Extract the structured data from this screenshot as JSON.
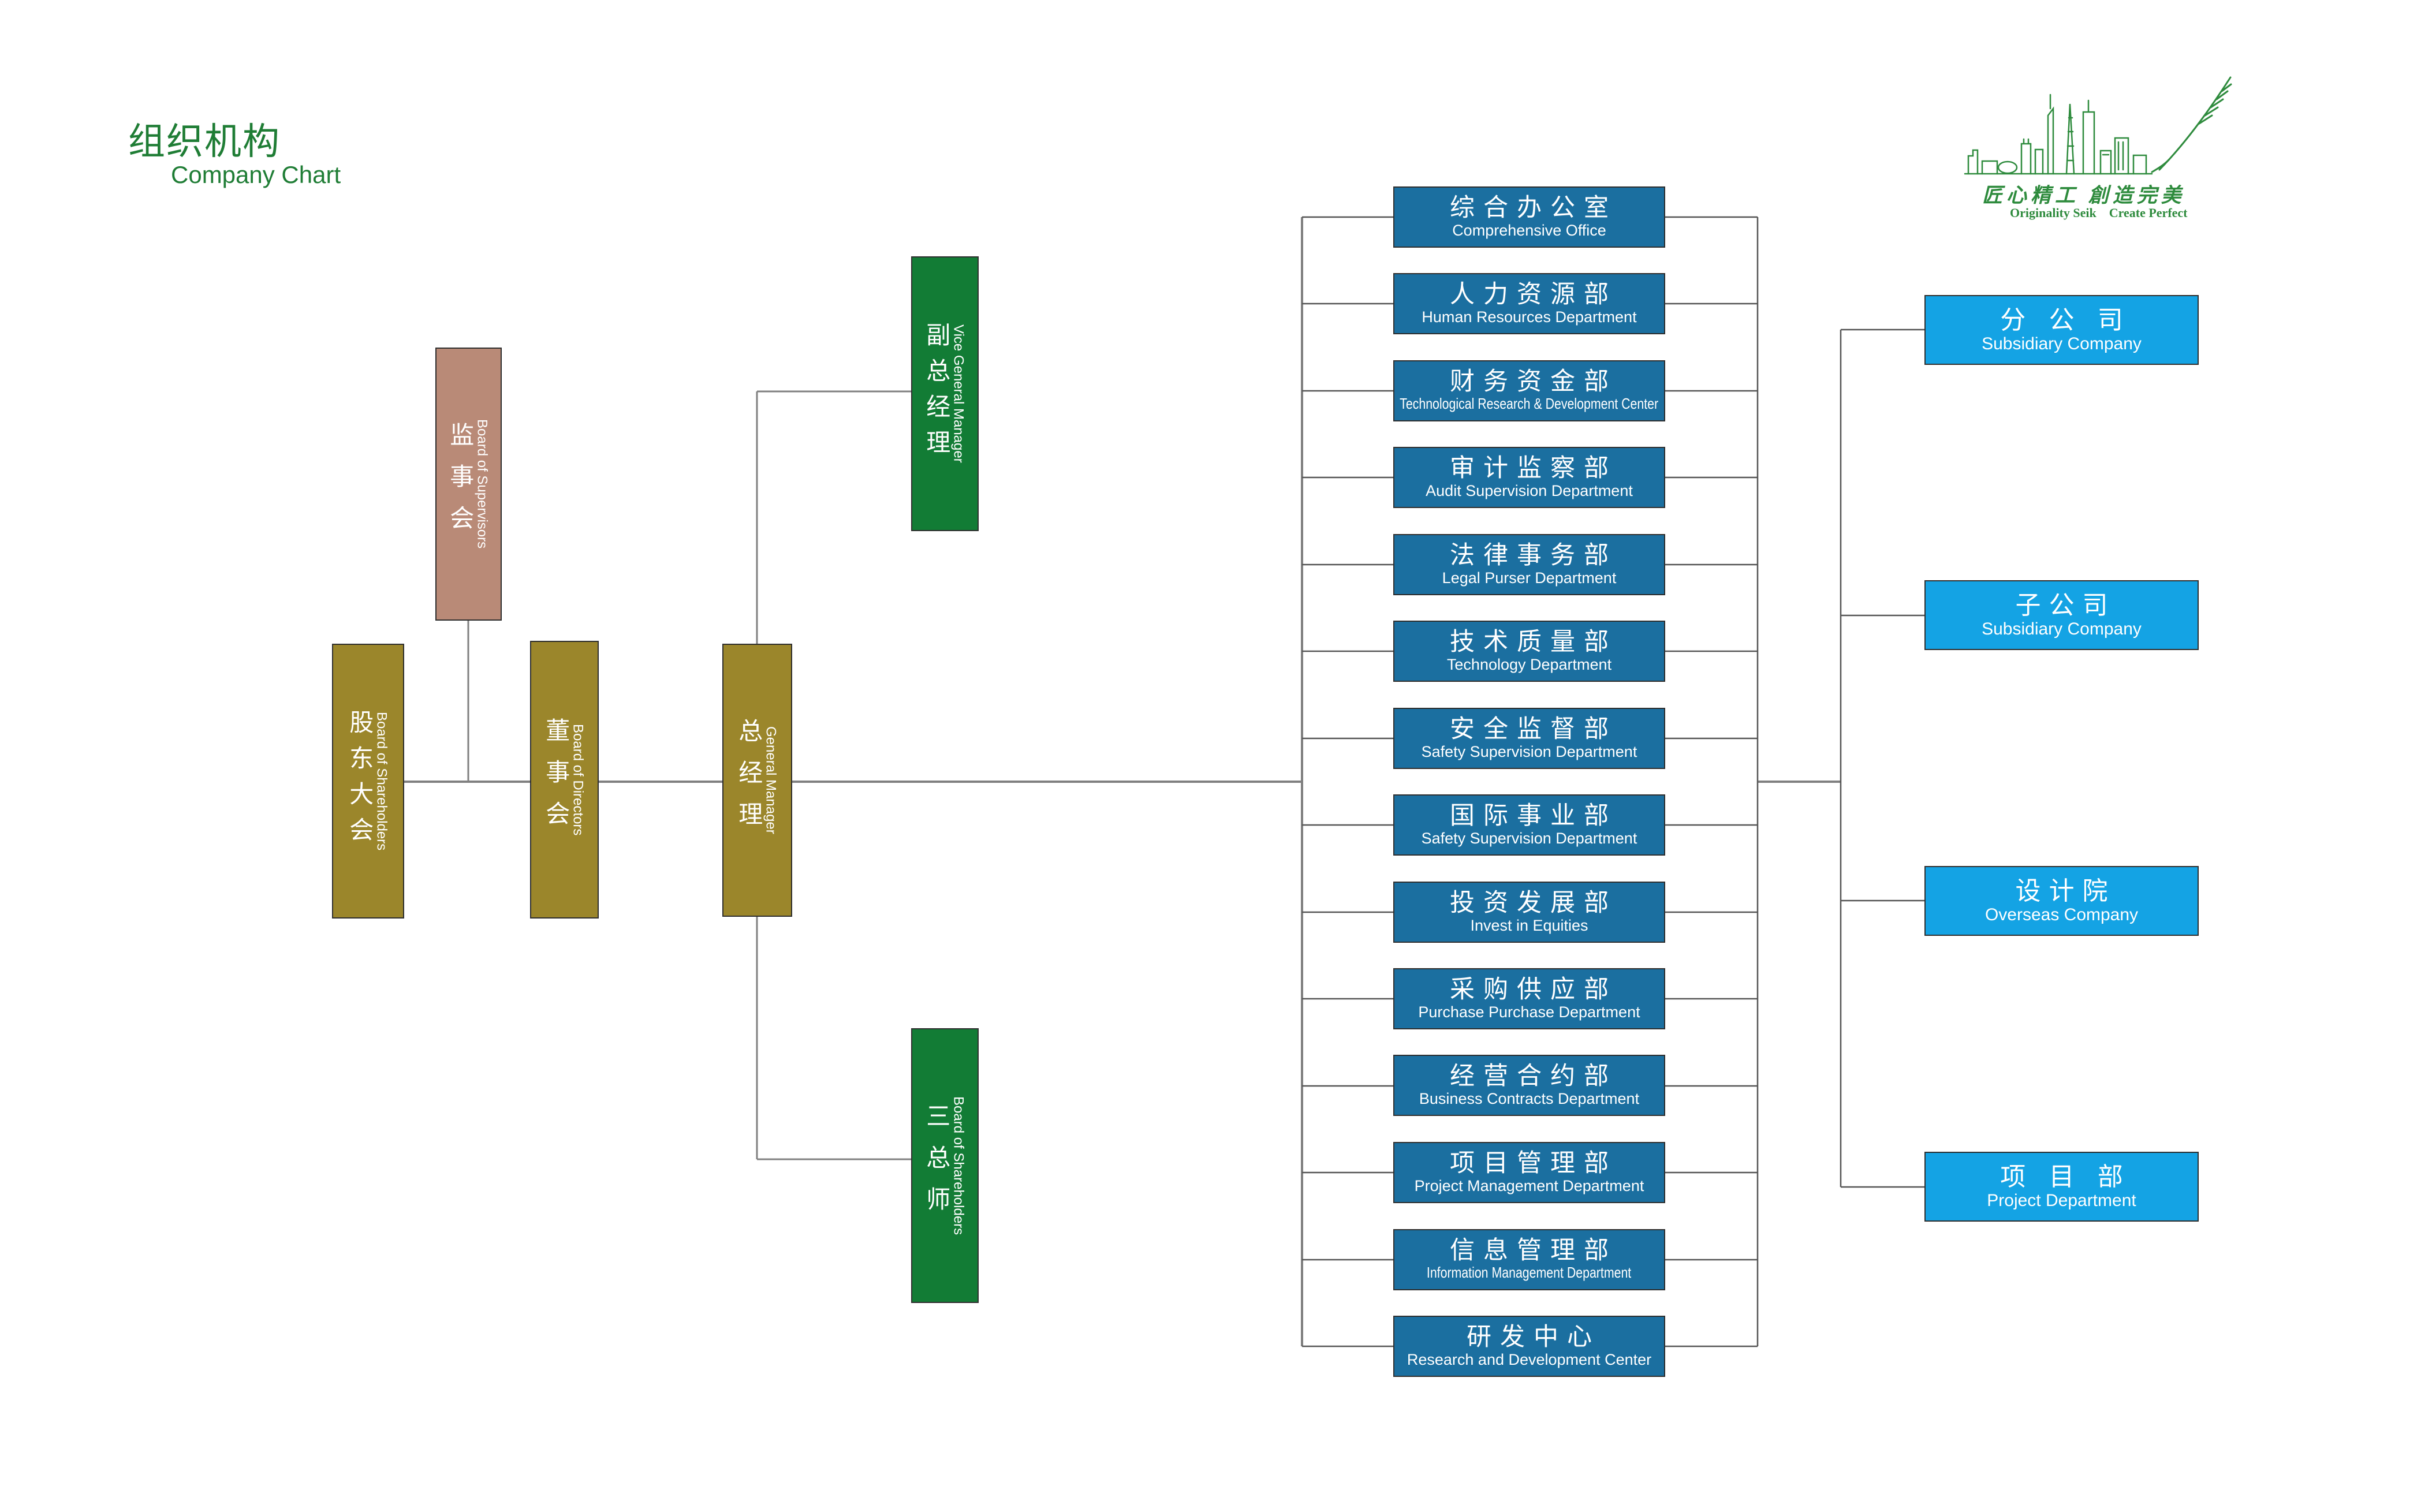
{
  "page": {
    "title_zh": "组织机构",
    "title_en": "Company Chart"
  },
  "logo": {
    "slogan_zh": "匠心精工 創造完美",
    "slogan_en": "Originality Seik    Create Perfect"
  },
  "governance": [
    {
      "zh": "监事会",
      "en": "Board of Supervisors"
    },
    {
      "zh": "股东大会",
      "en": "Board of Shareholders"
    },
    {
      "zh": "董事会",
      "en": "Board of Directors"
    },
    {
      "zh": "总经理",
      "en": "General Manager"
    },
    {
      "zh": "副总经理",
      "en": "Vice General Manager"
    },
    {
      "zh": "三总师",
      "en": "Board of Shareholders"
    }
  ],
  "departments": [
    {
      "zh": "综合办公室",
      "en": "Comprehensive Office"
    },
    {
      "zh": "人力资源部",
      "en": "Human Resources Department"
    },
    {
      "zh": "财务资金部",
      "en": "Technological Research & Development Center"
    },
    {
      "zh": "审计监察部",
      "en": "Audit Supervision Department"
    },
    {
      "zh": "法律事务部",
      "en": "Legal Purser Department"
    },
    {
      "zh": "技术质量部",
      "en": "Technology Department"
    },
    {
      "zh": "安全监督部",
      "en": "Safety Supervision Department"
    },
    {
      "zh": "国际事业部",
      "en": "Safety Supervision Department"
    },
    {
      "zh": "投资发展部",
      "en": "Invest in Equities"
    },
    {
      "zh": "采购供应部",
      "en": "Purchase Purchase Department"
    },
    {
      "zh": "经营合约部",
      "en": "Business Contracts Department"
    },
    {
      "zh": "项目管理部",
      "en": "Project Management Department"
    },
    {
      "zh": "信息管理部",
      "en": "Information Management Department"
    },
    {
      "zh": "研发中心",
      "en": "Research and Development Center"
    }
  ],
  "affiliates": [
    {
      "zh": "分 公 司",
      "en": "Subsidiary Company"
    },
    {
      "zh": "子公司",
      "en": "Subsidiary Company"
    },
    {
      "zh": "设计院",
      "en": "Overseas Company"
    },
    {
      "zh": "项 目 部",
      "en": "Project Department"
    }
  ],
  "colors": {
    "title_green": "#1f7d35",
    "logo_green": "#2e8b3d",
    "governance_salmon": "#b98a77",
    "governance_olive": "#9b862b",
    "governance_green": "#127c35",
    "department_blue": "#1b6fa0",
    "affiliate_cyan": "#14a3e4",
    "connector_gray": "#808080"
  }
}
